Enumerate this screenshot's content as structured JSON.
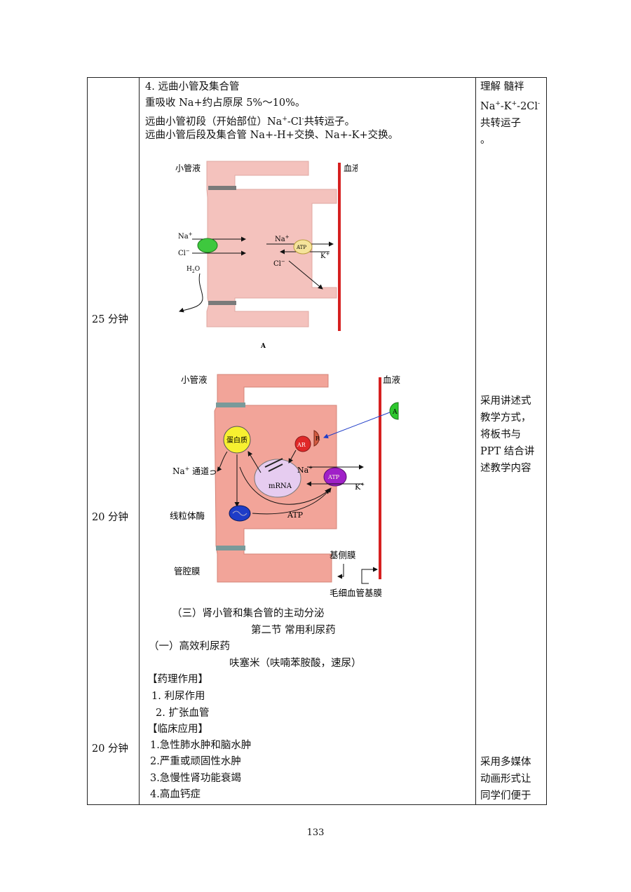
{
  "col_time": {
    "t1": "25 分钟",
    "t2": "20 分钟",
    "t3": "20 分钟"
  },
  "content": {
    "heading4": "4. 远曲小管及集合管",
    "reabsorb": "重吸收 Na+约占原尿 5%～10%。",
    "early_pre": "远曲小管初段（开始部位）Na",
    "early_sup1": "+",
    "early_mid": "-Cl",
    "early_sup2": "-",
    "early_post": "共转运子。",
    "late": "远曲小管后段及集合管 Na+-H+交换、Na+-K+交换。",
    "section_3": "（三）肾小管和集合管的主动分泌",
    "section_title": "第二节  常用利尿药",
    "sub_1": "（一）高效利尿药",
    "drug": "呋塞米（呋喃苯胺酸，速尿）",
    "pharm_head": "【药理作用】",
    "pharm_1": "1.  利尿作用",
    "pharm_2": "2.  扩张血管",
    "clin_head": "【临床应用】",
    "clin_1": "1.急性肺水肿和脑水肿",
    "clin_2": "2.严重或顽固性水肿",
    "clin_3": "3.急慢性肾功能衰竭",
    "clin_4": "4.高血钙症"
  },
  "fig_a": {
    "lumen": "小管液",
    "blood": "血液",
    "na": "Na",
    "na_sup": "+",
    "cl": "Cl",
    "cl_sup": "−",
    "na_b": "Na",
    "na_b_sup": "+",
    "atp": "ATP",
    "k": "K",
    "k_sup": "+",
    "cl_b": "Cl",
    "cl_b_sup": "−",
    "h2o": "H",
    "h2o_sub": "2",
    "h2o_o": "O",
    "caption": "A",
    "colors": {
      "cell": "#f4c2bd",
      "green": "#3ec83e",
      "atp": "#f5e39a",
      "blood": "#d62020"
    }
  },
  "fig_b": {
    "lumen": "小管液",
    "blood": "血液",
    "protein": "蛋白质",
    "ar": "AR",
    "r": "R",
    "a": "A",
    "mrna": "mRNA",
    "na_b": "Na",
    "na_b_sup": "+",
    "atp_pump": "ATP",
    "k": "K",
    "k_sup": "+",
    "na_channel": "Na",
    "na_channel_sup": "+",
    "channel_word": " 通道",
    "mito": "线粒体酶",
    "atp_flow": "ATP",
    "basolateral": "基侧膜",
    "luminal": "管腔膜",
    "capillary": "毛细血管基膜",
    "colors": {
      "cell": "#f2a499",
      "protein": "#f7f030",
      "ar": "#e02828",
      "a": "#2ec82e",
      "mrna": "#e6ccf0",
      "atp": "#a020c8",
      "mito": "#1e3cc8",
      "blood": "#d62020"
    }
  },
  "right_col": {
    "r1_l1": "理解   髓袢",
    "r1_l2_pre": "Na",
    "r1_l2_s1": "+",
    "r1_l2_mid": "-K",
    "r1_l2_s2": "+",
    "r1_l2_post": "-2Cl",
    "r1_l2_s3": "-",
    "r1_l3": "共转运子",
    "r1_l4": "。",
    "r2_l1": "采用讲述式",
    "r2_l2": "教学方式，",
    "r2_l3": "将板书与",
    "r2_l4": "PPT 结合讲",
    "r2_l5": "述教学内容",
    "r3_l1": "采用多媒体",
    "r3_l2": "动画形式让",
    "r3_l3": "同学们便于"
  },
  "page_number": "133"
}
